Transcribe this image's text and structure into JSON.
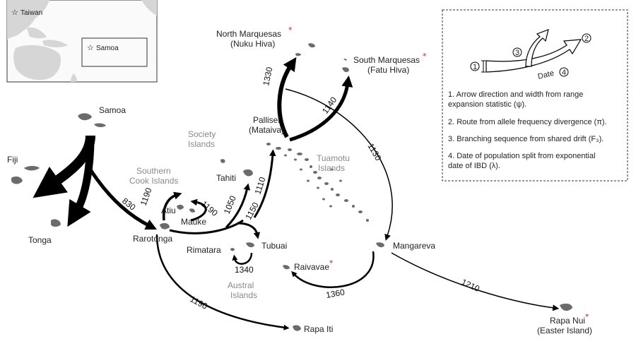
{
  "inset": {
    "labels": [
      "Taiwan",
      "Samoa"
    ]
  },
  "islands": {
    "samoa": "Samoa",
    "fiji": "Fiji",
    "tonga": "Tonga",
    "rarotonga": "Rarotonga",
    "southern_cook_1": "Southern",
    "southern_cook_2": "Cook Islands",
    "atiu": "Atiu",
    "mauke": "Mauke",
    "rimatara": "Rimatara",
    "tubuai": "Tubuai",
    "austral_1": "Austral",
    "austral_2": "Islands",
    "society_1": "Society",
    "society_2": "Islands",
    "tahiti": "Tahiti",
    "palliser_1": "Palliser",
    "palliser_2": "(Mataiva)",
    "tuamotu_1": "Tuamotu",
    "tuamotu_2": "Islands",
    "north_marq_1": "North Marquesas",
    "north_marq_2": "(Nuku Hiva)",
    "south_marq_1": "South Marquesas",
    "south_marq_2": "(Fatu Hiva)",
    "mangareva": "Mangareva",
    "raivavae": "Raivavae",
    "rapa_iti": "Rapa Iti",
    "rapa_nui_1": "Rapa Nui",
    "rapa_nui_2": "(Easter Island)"
  },
  "dates": {
    "samoa_rarotonga": "830",
    "rarotonga_atiu": "1190",
    "atiu_mauke": "1190",
    "tahiti": "1050",
    "tubuai": "1150",
    "rimatara": "1340",
    "palliser": "1110",
    "north_marquesas": "1330",
    "south_marquesas": "1140",
    "mangareva": "1130",
    "raivavae": "1360",
    "rapa_nui": "1210",
    "rapa_iti": "1190"
  },
  "legend": {
    "marker_1": "1",
    "marker_2": "2",
    "marker_3": "3",
    "marker_4": "4",
    "date_label": "Date",
    "items": [
      [
        "1. Arrow direction and width from range",
        "expansion statistic (ψ)."
      ],
      [
        "2. Route from allele frequency divergence (π)."
      ],
      [
        "3. Branching sequence from shared drift (F₃)."
      ],
      [
        "4. Date of population split from exponential",
        "date of IBD (λ)."
      ]
    ]
  },
  "colors": {
    "arrow": "#000000",
    "island": "#6b6b6b",
    "region_label": "#8a8a8a",
    "star": "#b3262b"
  },
  "icons": {
    "star_outline": "☆",
    "star_red": "*"
  }
}
